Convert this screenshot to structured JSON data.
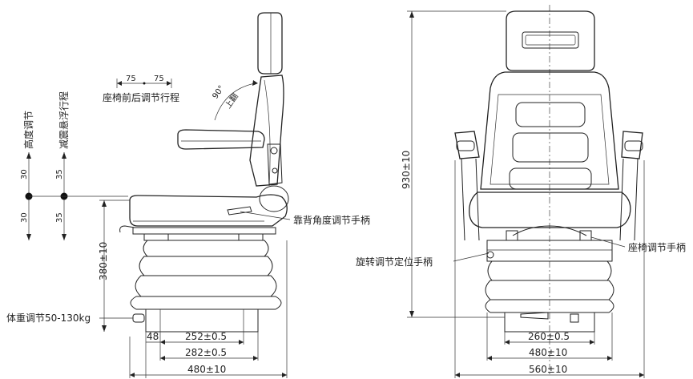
{
  "labels": {
    "seat_travel": "座椅前后调节行程",
    "seat_travel_left": "75",
    "seat_travel_right": "75",
    "recline_angle": "90°",
    "recline_up": "上翻",
    "height_adjust": "高度调节",
    "suspension_travel": "减震悬浮行程",
    "height_up": "30",
    "height_down": "30",
    "susp_up": "35",
    "susp_down": "35",
    "backrest_handle": "靠背角度调节手柄",
    "weight_adjust": "体重调节50-130kg",
    "dim_380": "380±10",
    "dim_48": "48",
    "dim_252": "252±0.5",
    "dim_282": "282±0.5",
    "dim_480_side": "480±10",
    "dim_930": "930±10",
    "seat_handle": "座椅调节手柄",
    "swivel_handle": "旋转调节定位手柄",
    "dim_260": "260±0.5",
    "dim_480_front": "480±10",
    "dim_560": "560±10"
  }
}
